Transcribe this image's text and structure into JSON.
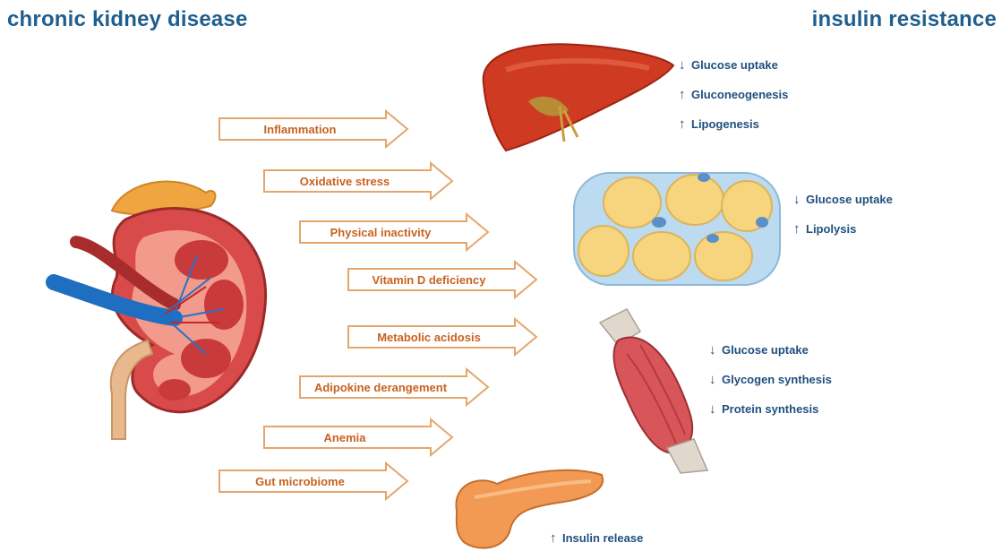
{
  "titles": {
    "left": "chronic kidney disease",
    "right": "insulin resistance"
  },
  "factors": [
    "Inflammation",
    "Oxidative stress",
    "Physical inactivity",
    "Vitamin D deficiency",
    "Metabolic acidosis",
    "Adipokine derangement",
    "Anemia",
    "Gut microbiome"
  ],
  "organs": {
    "liver": [
      {
        "dir": "↓",
        "text": "Glucose uptake"
      },
      {
        "dir": "↑",
        "text": "Gluconeogenesis"
      },
      {
        "dir": "↑",
        "text": "Lipogenesis"
      }
    ],
    "adipose": [
      {
        "dir": "↓",
        "text": "Glucose uptake"
      },
      {
        "dir": "↑",
        "text": "Lipolysis"
      }
    ],
    "muscle": [
      {
        "dir": "↓",
        "text": "Glucose uptake"
      },
      {
        "dir": "↓",
        "text": "Glycogen synthesis"
      },
      {
        "dir": "↓",
        "text": "Protein synthesis"
      }
    ],
    "pancreas": [
      {
        "dir": "↑",
        "text": "Insulin release"
      }
    ]
  },
  "colors": {
    "title": "#1f5f8f",
    "factor_text": "#c8621f",
    "arrow_glow": "#f4b47a",
    "effect_text": "#1f4f7f"
  },
  "icons": [
    "kidney-illustration",
    "liver-illustration",
    "adipose-cells-illustration",
    "muscle-illustration",
    "pancreas-illustration"
  ]
}
